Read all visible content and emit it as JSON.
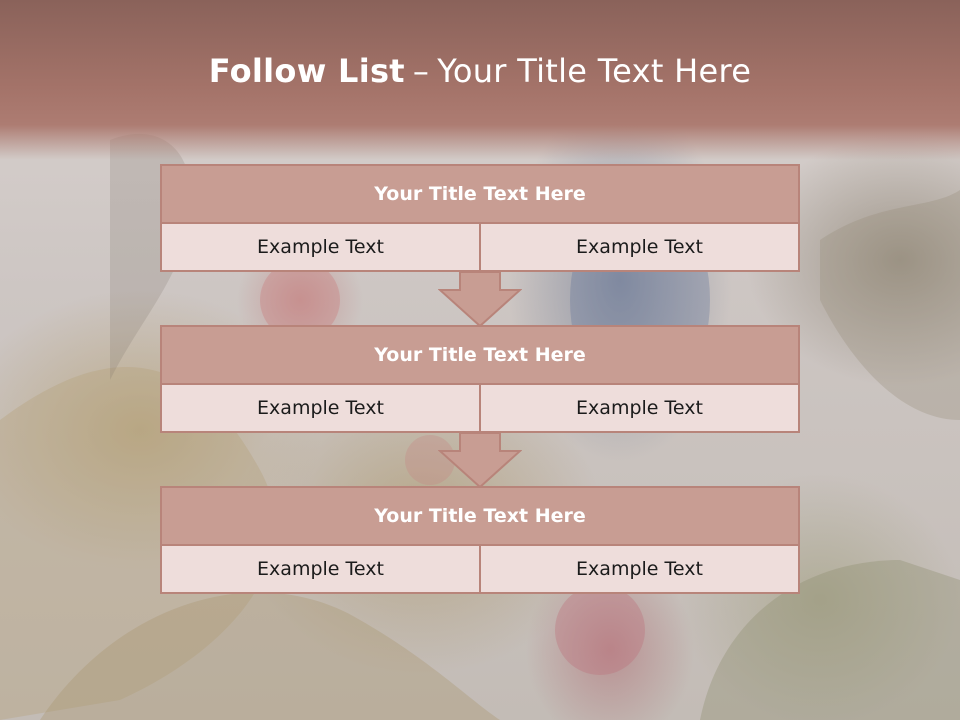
{
  "slide": {
    "title_bold": "Follow List",
    "title_sep": "–",
    "title_rest": "Your Title Text Here"
  },
  "blocks": [
    {
      "title": "Your Title Text Here",
      "left": "Example Text",
      "right": "Example Text"
    },
    {
      "title": "Your Title Text Here",
      "left": "Example Text",
      "right": "Example Text"
    },
    {
      "title": "Your Title Text Here",
      "left": "Example Text",
      "right": "Example Text"
    }
  ],
  "colors": {
    "header": "#a47369",
    "block_title_fill": "#c89d93",
    "block_border": "#b8847a",
    "cell_fill": "#eedddb"
  }
}
